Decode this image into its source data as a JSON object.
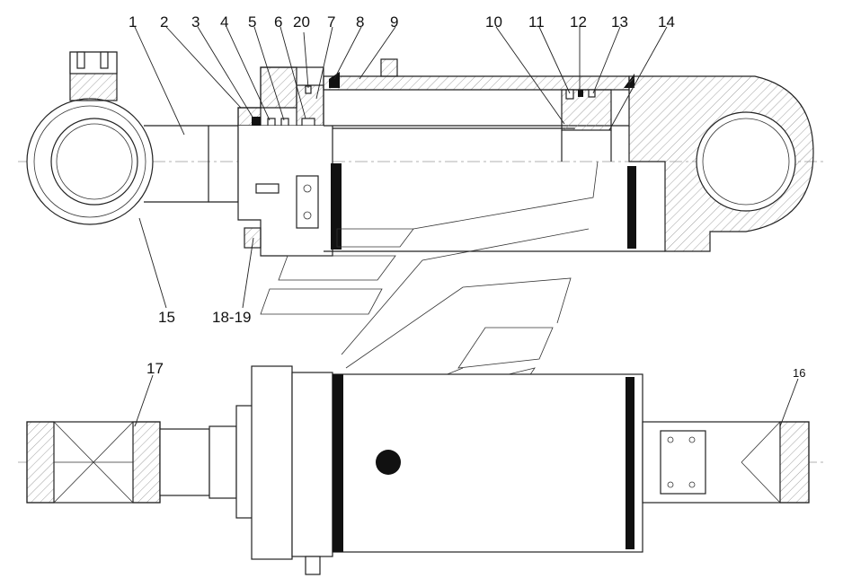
{
  "callouts": {
    "c1": "1",
    "c2": "2",
    "c3": "3",
    "c4": "4",
    "c5": "5",
    "c6": "6",
    "c20": "20",
    "c7": "7",
    "c8": "8",
    "c9": "9",
    "c10": "10",
    "c11": "11",
    "c12": "12",
    "c13": "13",
    "c14": "14",
    "c15": "15",
    "c18_19": "18-19",
    "c17": "17",
    "c16": "16"
  },
  "colors": {
    "line": "#222222",
    "seal": "#111111",
    "background": "#ffffff"
  }
}
